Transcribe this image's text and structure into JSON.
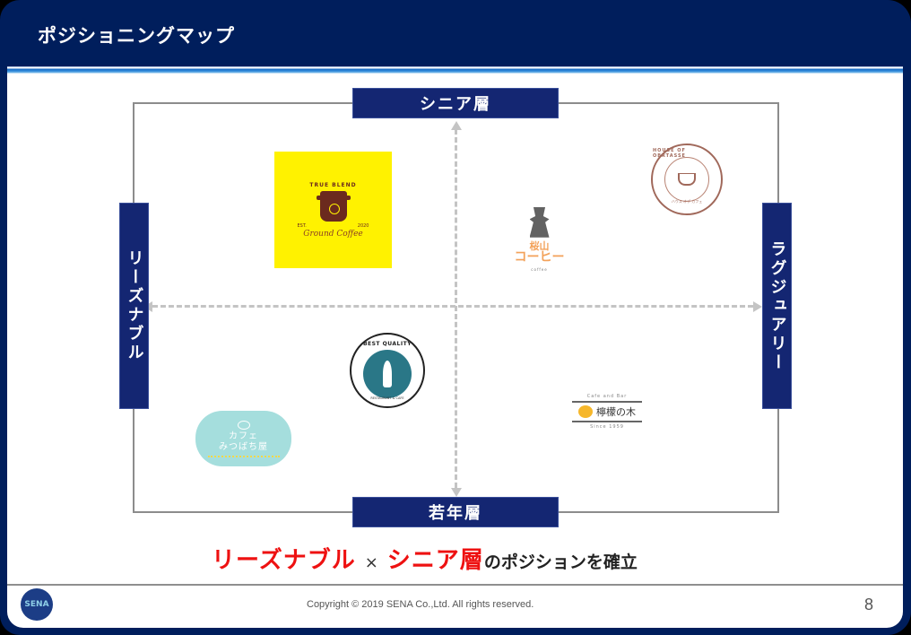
{
  "header": {
    "title": "ポジショニングマップ"
  },
  "map": {
    "axes": {
      "top": "シニア層",
      "bottom": "若年層",
      "left": "リーズナブル",
      "right": "ラグジュアリー"
    },
    "logos": [
      {
        "id": "true-blend",
        "quadrant": "top-left",
        "arc_text": "TRUE BLEND",
        "left_small": "EST.",
        "right_small": "2020",
        "script": "Ground Coffee",
        "bg_color": "#fff200"
      },
      {
        "id": "kohi",
        "quadrant": "top-right",
        "kanji": "桜山",
        "name": "コーヒー",
        "sub": "coffee"
      },
      {
        "id": "house-of-obrtasse",
        "quadrant": "top-right",
        "arc_text": "HOUSE OF OBRTASSE",
        "sub": "ハウス オブ カフェ"
      },
      {
        "id": "best-quality",
        "quadrant": "bottom-left",
        "top_text": "BEST QUALITY",
        "bottom_text": "RESTAURANT & CAFE"
      },
      {
        "id": "lemon-tree",
        "quadrant": "bottom-right",
        "top_small": "Cafe and Bar",
        "name": "檸檬の木",
        "bottom_small": "Since 1959"
      },
      {
        "id": "mitsubachi",
        "quadrant": "bottom-left",
        "line1": "カフェ",
        "line2": "みつばち屋"
      }
    ]
  },
  "summary": {
    "part1": "リーズナブル",
    "times": "×",
    "part2": "シニア層",
    "part3": "のポジションを確立"
  },
  "footer": {
    "logo_text": "SENA",
    "copyright": "Copyright © 2019 SENA Co.,Ltd. All rights reserved.",
    "page_number": "8"
  },
  "colors": {
    "frame": "#001e5c",
    "axis_label_bg": "#142672",
    "highlight_red": "#ee1111",
    "dash": "#c4c4c4"
  }
}
